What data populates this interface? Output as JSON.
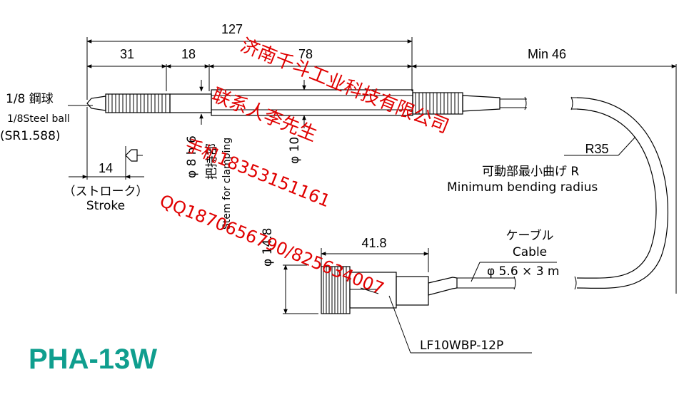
{
  "dims": {
    "overall": "127",
    "seg_tip": "31",
    "seg_mid": "18",
    "seg_body": "78",
    "min_cable": "Min 46",
    "stroke_len": "14",
    "conn_len": "41.8",
    "radius": "R35"
  },
  "labels": {
    "ball_jp": "1/8 鋼球",
    "ball_en": "1/8Steel ball",
    "ball_sr": "(SR1.588)",
    "stroke_jp": "（ストローク）",
    "stroke_en": "Stroke",
    "stem_dia": "φ 8 h 6",
    "stem_jp": "把持部",
    "stem_en": "Stem for clamping",
    "body_dia": "φ 10",
    "conn_dia": "φ 14.8",
    "bend_jp": "可動部最小曲げ R",
    "bend_en": "Minimum bending radius",
    "cable_jp": "ケーブル",
    "cable_en": "Cable",
    "cable_spec": "φ 5.6 × 3 m",
    "connector": "LF10WBP-12P"
  },
  "watermark": {
    "company": "济南千斗工业科技有限公司",
    "contact": "联系人李先生",
    "mobile": "手机18353151161",
    "qq": "QQ1870656790/825634007"
  },
  "model": "PHA-13W",
  "colors": {
    "model": "#0f9e8e",
    "watermark": "#e00000",
    "line": "#000000"
  }
}
